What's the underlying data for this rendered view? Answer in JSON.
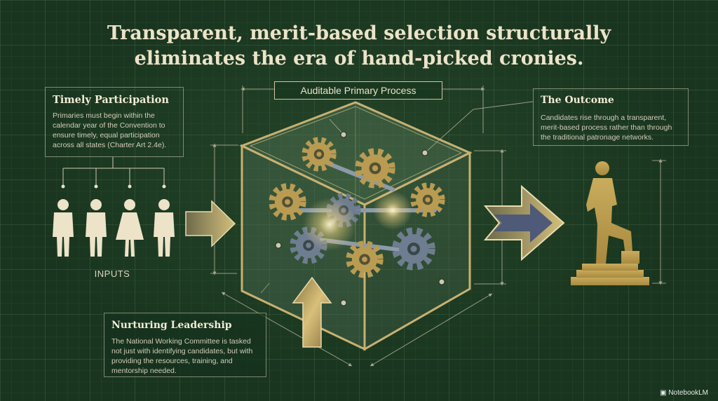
{
  "title": "Transparent, merit-based selection structurally eliminates the era of hand-picked cronies.",
  "process": {
    "label": "Auditable Primary Process"
  },
  "timely": {
    "heading": "Timely Participation",
    "body": "Primaries must begin within the calendar year of the Convention to ensure timely, equal participation across all states (Charter Art 2.4e)."
  },
  "inputs": {
    "label": "INPUTS"
  },
  "outcome": {
    "heading": "The Outcome",
    "body": "Candidates rise through a transparent, merit-based process rather than through the traditional patronage networks."
  },
  "nurture": {
    "heading": "Nurturing Leadership",
    "body": "The National Working Committee is tasked not just with identifying candidates, but with providing the resources, training, and mentorship needed."
  },
  "brand": "NotebookLM",
  "colors": {
    "gold": "#b9a15a",
    "slate": "#4e5a78",
    "cream": "#ece3c8",
    "background": "#19351f"
  },
  "icons": [
    "person-figure-icon",
    "right-arrow-icon",
    "up-arrow-icon",
    "gear-icon",
    "statue-icon",
    "notebooklm-logo-icon"
  ]
}
